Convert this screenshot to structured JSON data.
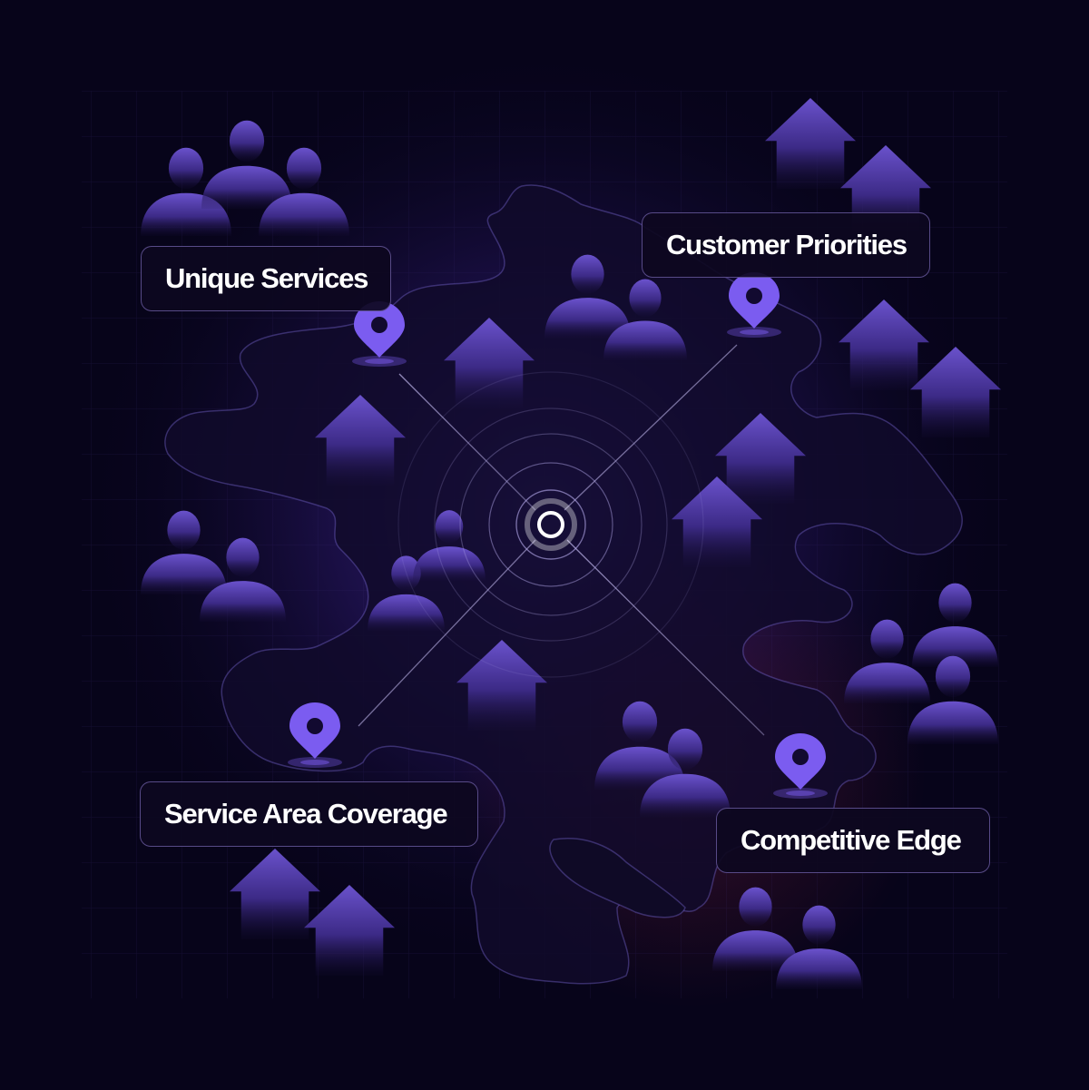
{
  "labels": {
    "unique_services": "Unique Services",
    "customer_priorities": "Customer Priorities",
    "service_area_coverage": "Service Area Coverage",
    "competitive_edge": "Competitive Edge"
  },
  "colors": {
    "background": "#07041a",
    "accent": "#7b5cf0",
    "silhouette": "#5b45b8",
    "map_land": "#0f0a26",
    "map_outline": "#6f5fc4",
    "label_text": "#ffffff"
  },
  "icons": {
    "pin": "location-pin-icon",
    "person": "person-icon",
    "house": "house-icon",
    "radar": "radar-target-icon"
  }
}
